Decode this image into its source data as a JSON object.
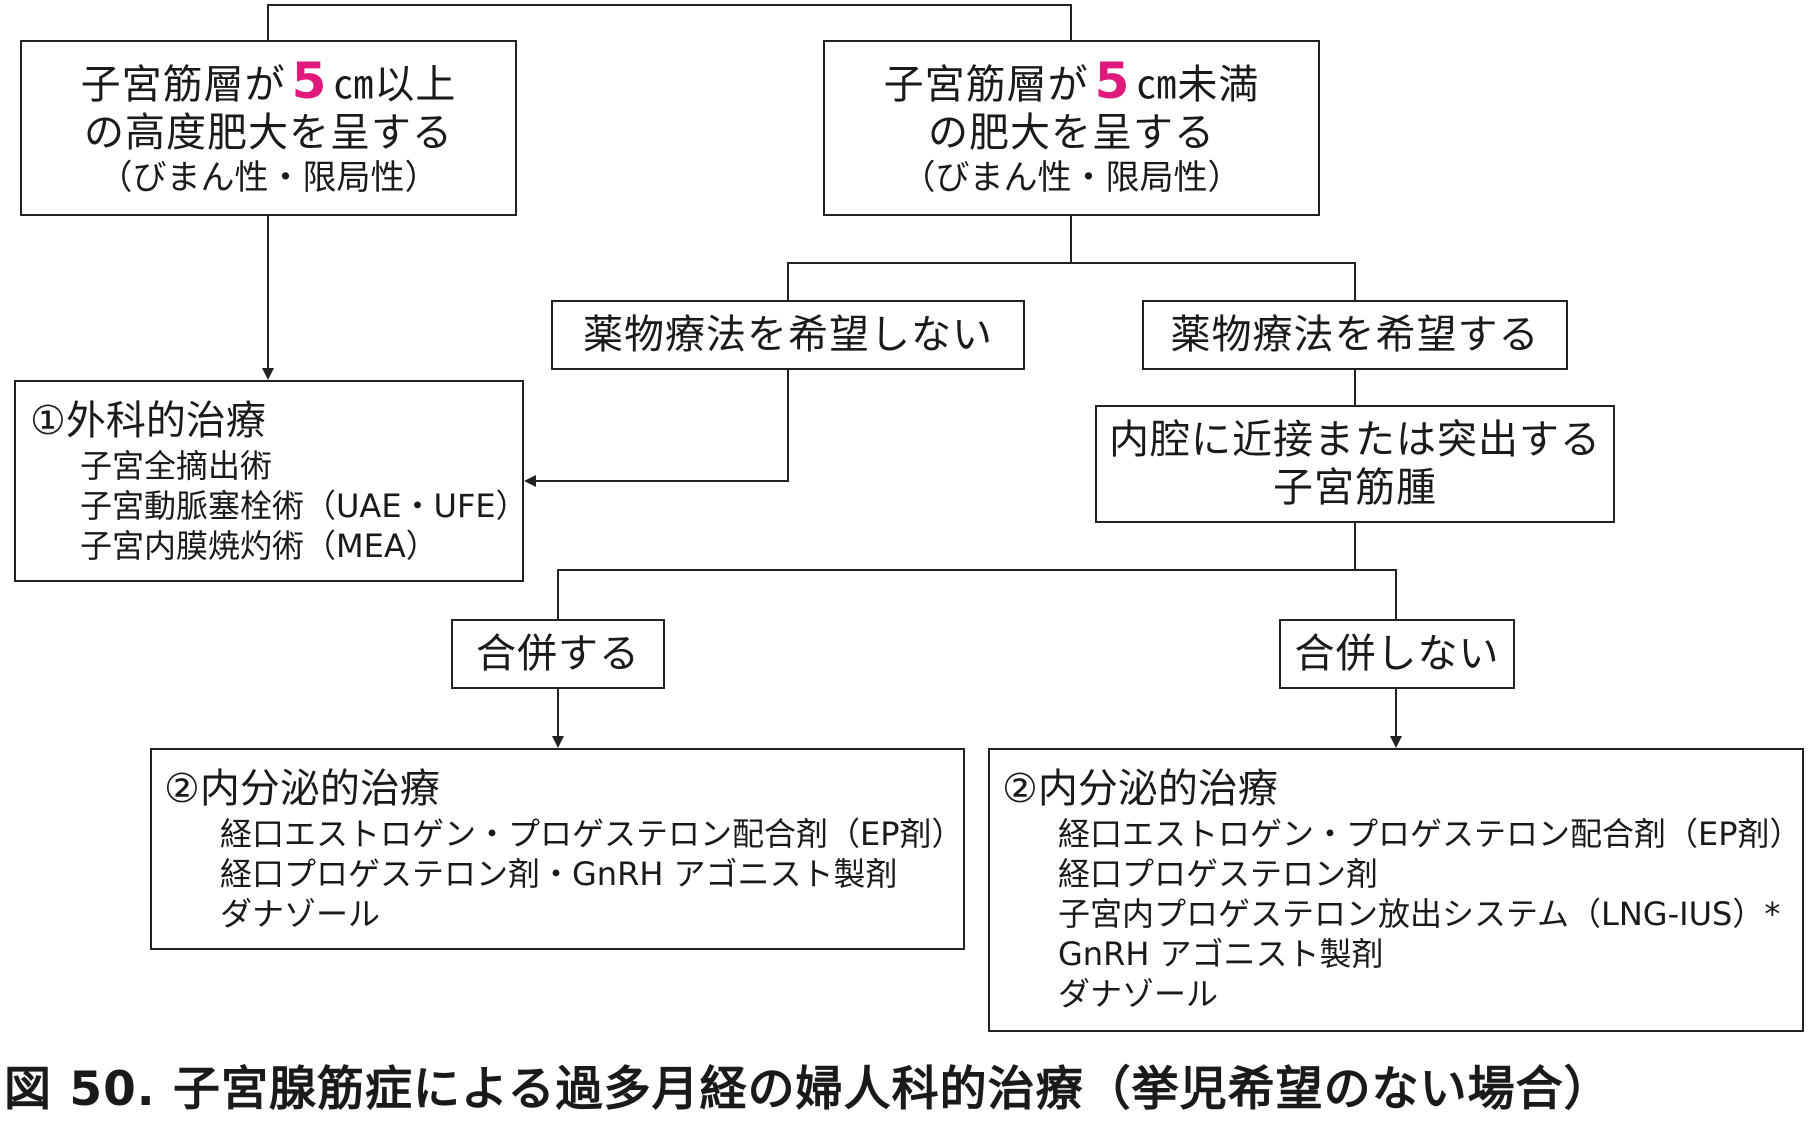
{
  "boxes": {
    "large": {
      "line1_pre": "子宮筋層が",
      "num": "5",
      "line1_post": "㎝以上",
      "line2": "の高度肥大を呈する",
      "line3": "（びまん性・限局性）"
    },
    "small": {
      "line1_pre": "子宮筋層が",
      "num": "5",
      "line1_post": "㎝未満",
      "line2": "の肥大を呈する",
      "line3": "（びまん性・限局性）"
    },
    "no_drug": "薬物療法を希望しない",
    "want_drug": "薬物療法を希望する",
    "myoma_line1": "内腔に近接または突出する",
    "myoma_line2": "子宮筋腫",
    "with": "合併する",
    "without": "合併しない",
    "surgical": {
      "title": "①外科的治療",
      "items": [
        "子宮全摘出術",
        "子宮動脈塞栓術（UAE・UFE）",
        "子宮内膜焼灼術（MEA）"
      ]
    },
    "endo_left": {
      "title": "②内分泌的治療",
      "items": [
        "経口エストロゲン・プロゲステロン配合剤（EP剤）",
        "経口プロゲステロン剤・GnRH アゴニスト製剤",
        "ダナゾール"
      ]
    },
    "endo_right": {
      "title": "②内分泌的治療",
      "items": [
        "経口エストロゲン・プロゲステロン配合剤（EP剤）",
        "経口プロゲステロン剤",
        "子宮内プロゲステロン放出システム（LNG-IUS）*",
        "GnRH アゴニスト製剤",
        "ダナゾール"
      ]
    }
  },
  "caption": "図 50.  子宮腺筋症による過多月経の婦人科的治療（挙児希望のない場合）",
  "colors": {
    "accent": "#e0197d",
    "line": "#222222"
  }
}
